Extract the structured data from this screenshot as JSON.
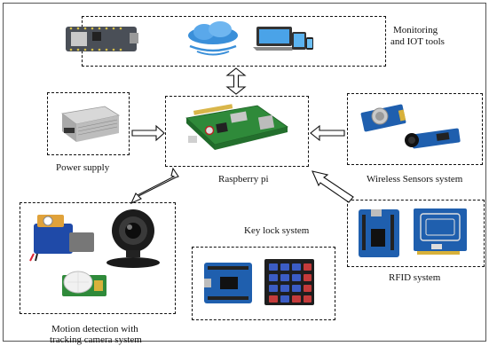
{
  "labels": {
    "monitoring_line1": "Monitoring",
    "monitoring_line2": "and IOT tools",
    "power_supply": "Power supply",
    "raspberry_pi": "Raspberry pi",
    "wireless_sensors": "Wireless Sensors system",
    "key_lock": "Key lock system",
    "rfid": "RFID system",
    "motion_line1": "Motion detection with",
    "motion_line2": "tracking camera system"
  },
  "colors": {
    "dash": "#111111",
    "board_green": "#2f8a3a",
    "arduino_blue": "#1f5fae",
    "cloud_blue": "#3a8fd9"
  }
}
